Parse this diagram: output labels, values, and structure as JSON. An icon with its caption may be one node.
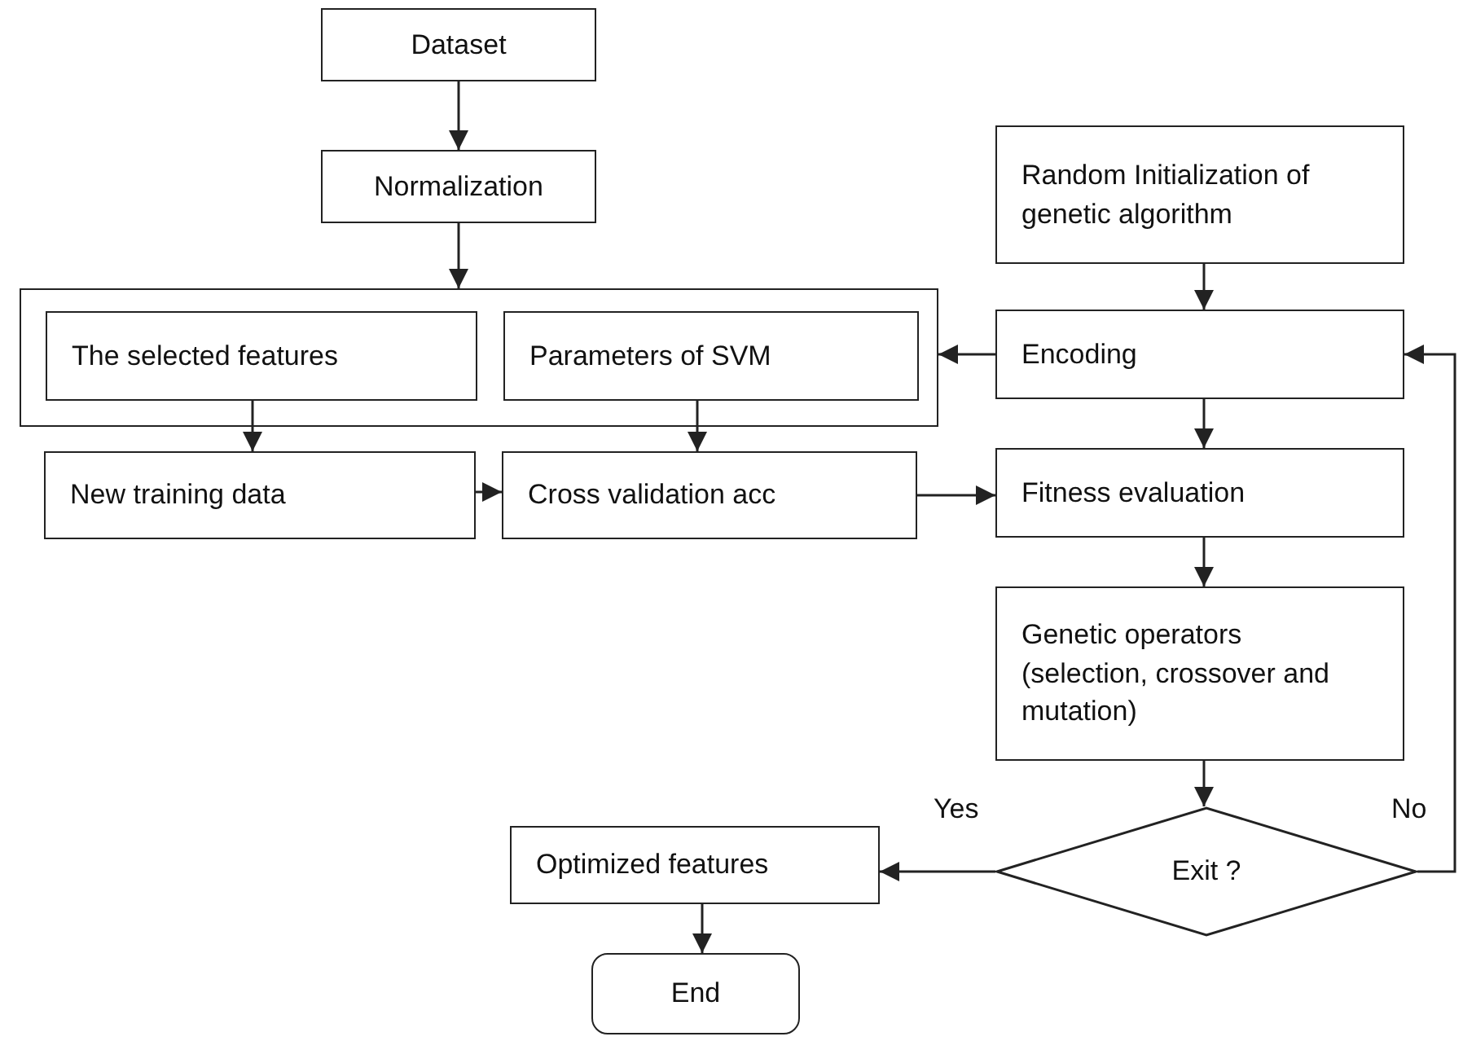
{
  "diagram": {
    "nodes": [
      {
        "text": [
          "Dataset"
        ]
      },
      {
        "text": [
          "Normalization"
        ]
      },
      {
        "text": [],
        "shape": "box"
      },
      {
        "text": [
          "The selected features"
        ],
        "in": 2
      },
      {
        "text": [
          "Parameters of SVM"
        ],
        "in": 2
      },
      {
        "text": [
          "Random Initialization of genetic algorithm"
        ]
      },
      {
        "text": [
          "Encoding"
        ]
      },
      {
        "text": [
          "New training data"
        ]
      },
      {
        "text": [
          "Cross validation acc"
        ]
      },
      {
        "text": [
          "Fitness evaluation"
        ]
      },
      {
        "text": [
          "Genetic operators (selection, crossover and mutation)"
        ]
      },
      {
        "text": [
          "Exit ?"
        ]
      },
      {
        "text": [
          "Optimized features"
        ]
      },
      {
        "text": [
          "End"
        ]
      }
    ],
    "edges": [
      {
        "from": 0,
        "to": 1,
        "arrow": "to"
      },
      {
        "from": 1,
        "to": 2,
        "arrow": "to"
      },
      {
        "from": 6,
        "to": 2,
        "arrow": "to"
      },
      {
        "from": 3,
        "to": 7,
        "arrow": "to"
      },
      {
        "from": 4,
        "to": 8,
        "arrow": "to"
      },
      {
        "from": 7,
        "to": 8,
        "arrow": "to"
      },
      {
        "from": 8,
        "to": 9,
        "arrow": "to"
      },
      {
        "from": 5,
        "to": 6,
        "arrow": "to"
      },
      {
        "from": 6,
        "to": 9,
        "arrow": "to"
      },
      {
        "from": 9,
        "to": 10,
        "arrow": "to"
      },
      {
        "from": 10,
        "to": 11,
        "arrow": "to"
      },
      {
        "from": 11,
        "to": 12,
        "label": "Yes",
        "arrow": "to"
      },
      {
        "from": 11,
        "to": 6,
        "label": "No",
        "arrow": "to"
      },
      {
        "from": 12,
        "to": 13,
        "arrow": "to"
      }
    ]
  }
}
